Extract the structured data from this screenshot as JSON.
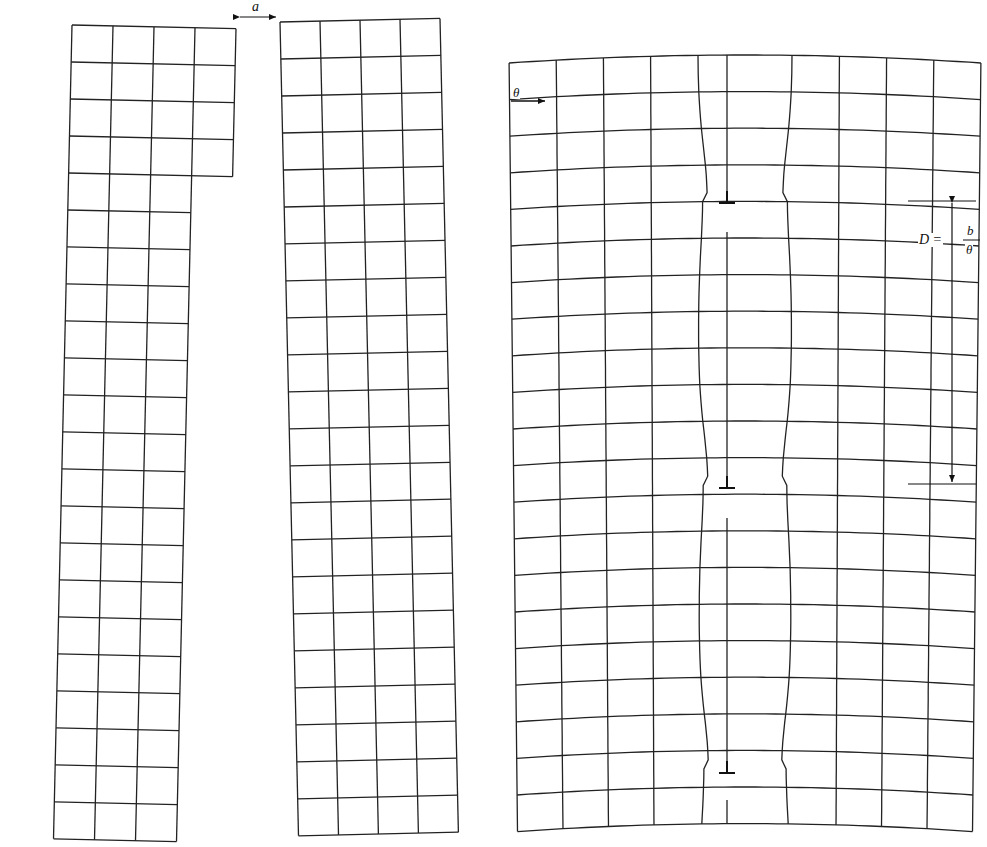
{
  "diagram": {
    "labels": [
      "a",
      "θ",
      "D =",
      "b",
      "θ"
    ]
  }
}
